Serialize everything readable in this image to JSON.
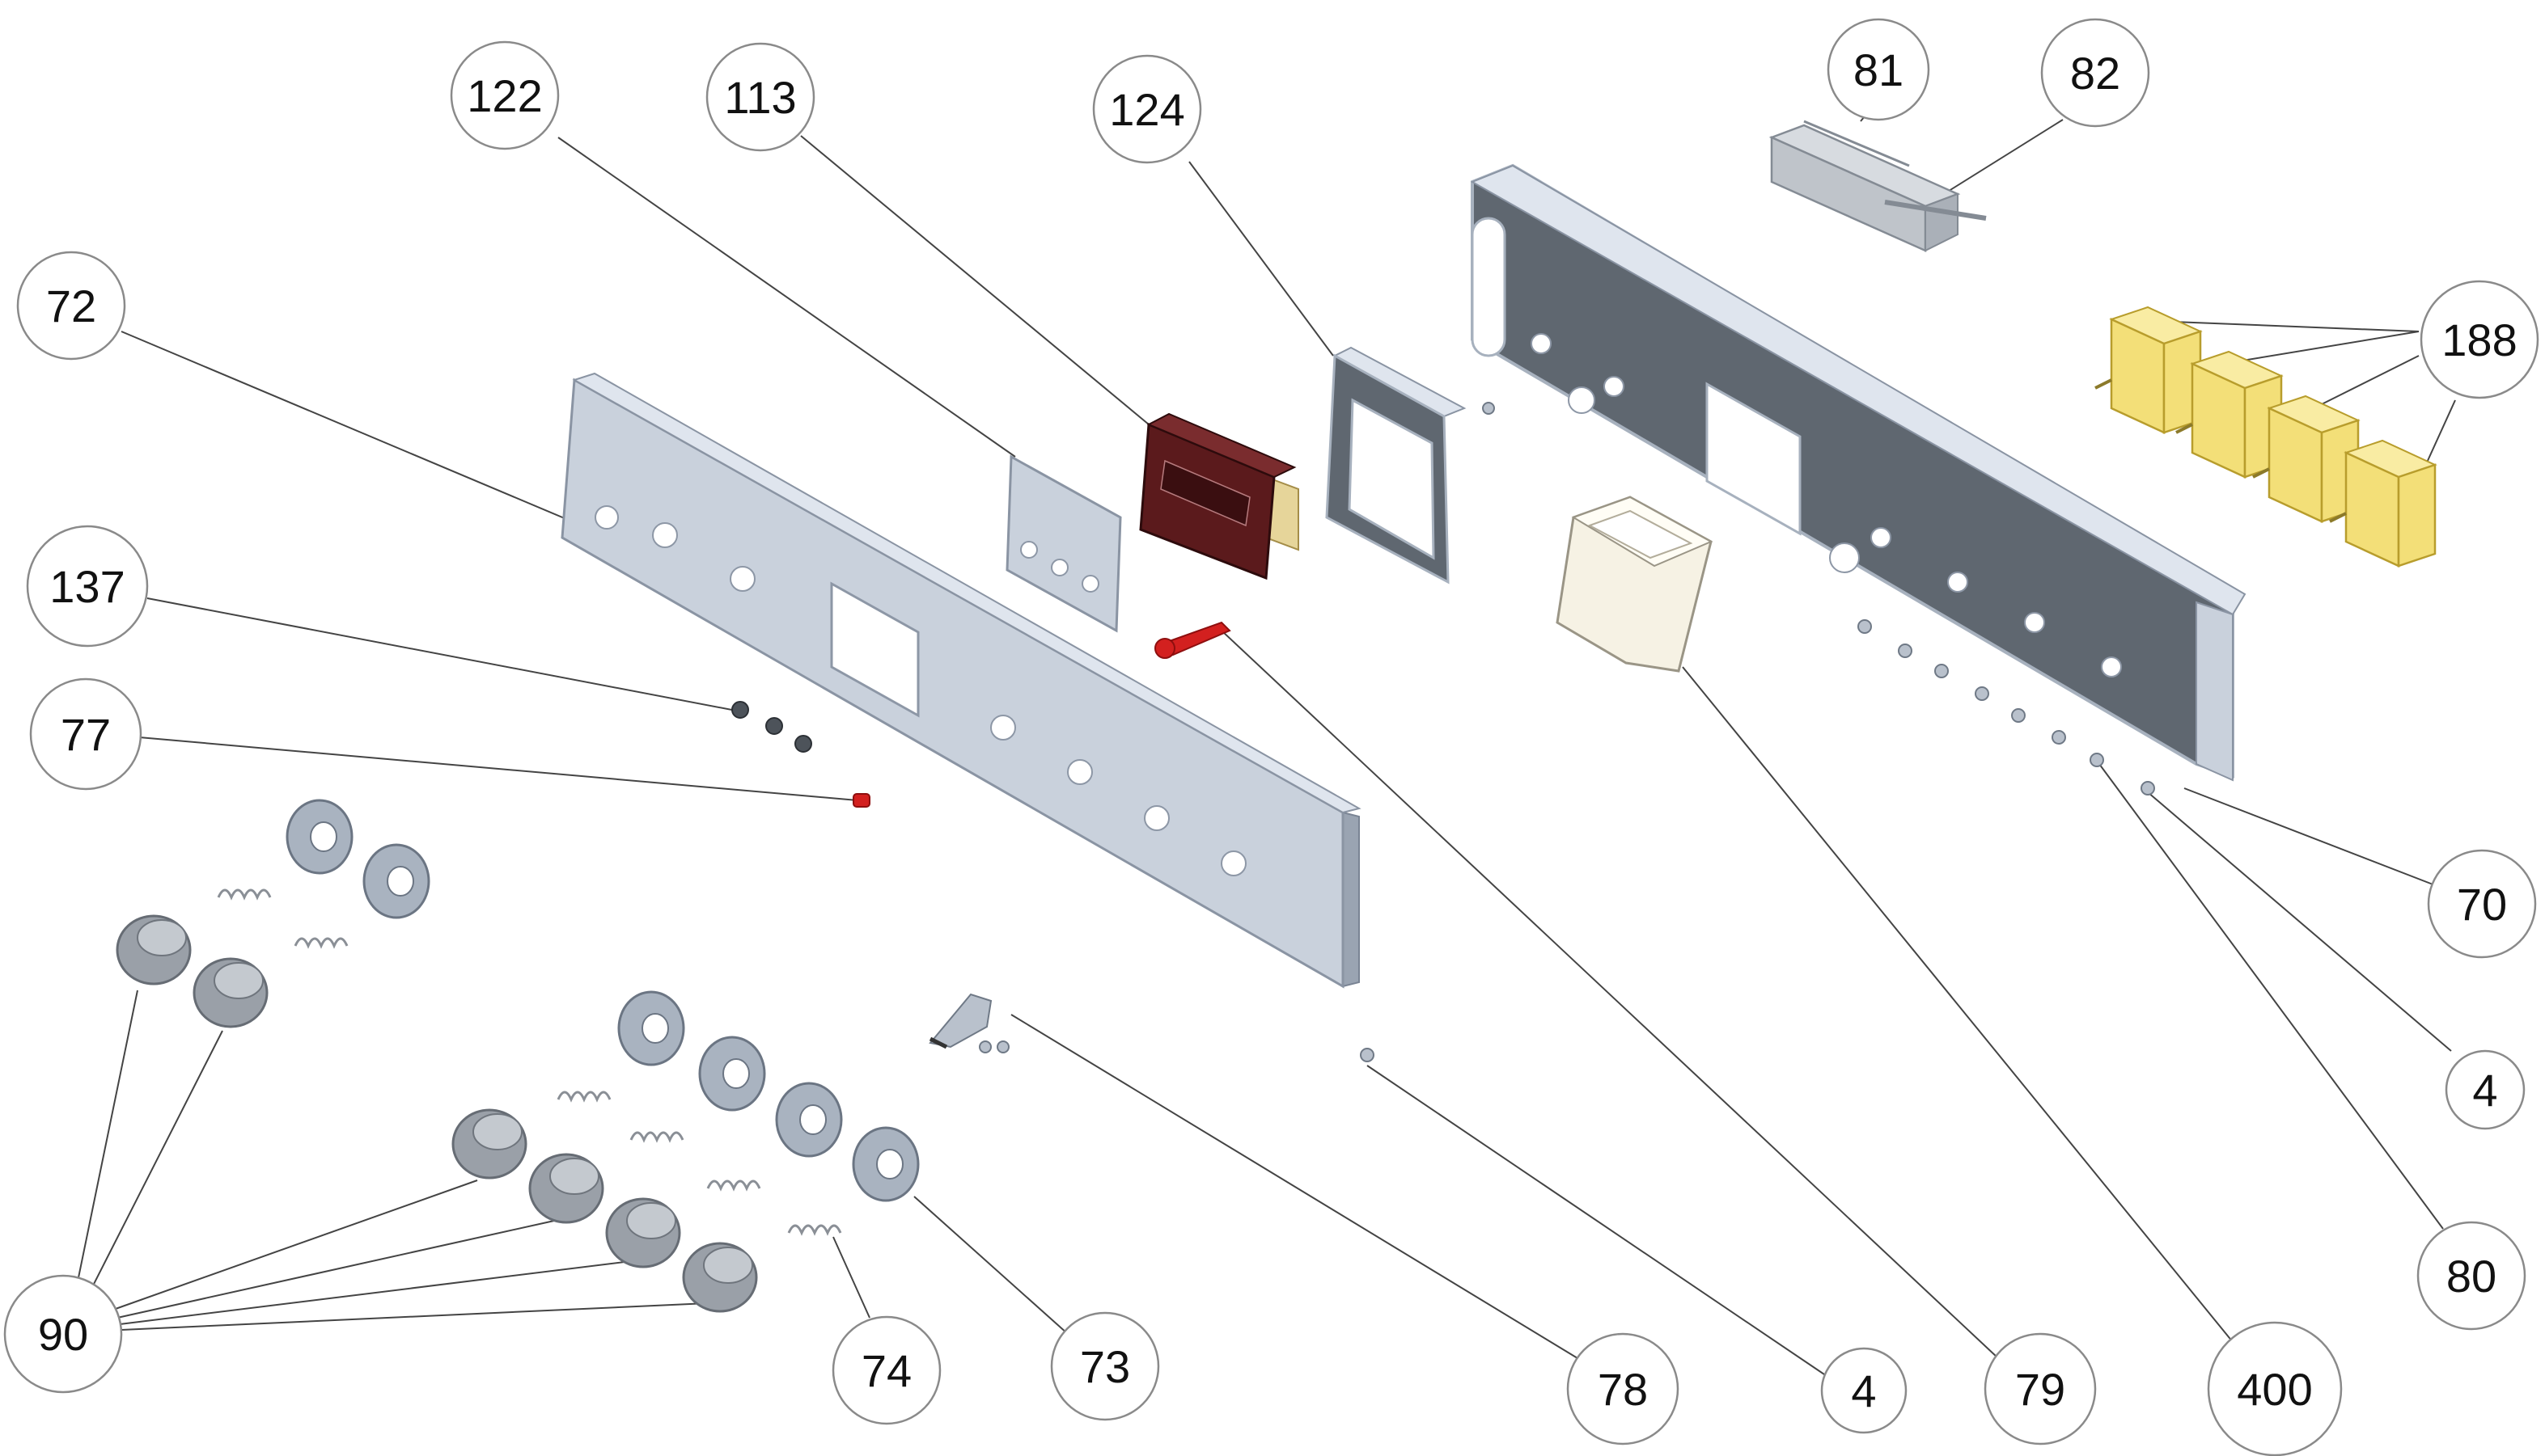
{
  "callouts": [
    {
      "id": "c122",
      "label": "122"
    },
    {
      "id": "c113",
      "label": "113"
    },
    {
      "id": "c124",
      "label": "124"
    },
    {
      "id": "c81",
      "label": "81"
    },
    {
      "id": "c82",
      "label": "82"
    },
    {
      "id": "c72",
      "label": "72"
    },
    {
      "id": "c188",
      "label": "188"
    },
    {
      "id": "c137",
      "label": "137"
    },
    {
      "id": "c77",
      "label": "77"
    },
    {
      "id": "c70",
      "label": "70"
    },
    {
      "id": "c4a",
      "label": "4"
    },
    {
      "id": "c80",
      "label": "80"
    },
    {
      "id": "c90",
      "label": "90"
    },
    {
      "id": "c74",
      "label": "74"
    },
    {
      "id": "c73",
      "label": "73"
    },
    {
      "id": "c78",
      "label": "78"
    },
    {
      "id": "c4b",
      "label": "4"
    },
    {
      "id": "c79",
      "label": "79"
    },
    {
      "id": "c400",
      "label": "400"
    }
  ],
  "colors": {
    "part_highlight": "#d3201f",
    "panel": "#c9d1dc",
    "frame": "#5f6770",
    "switch_housing": "#f3df78",
    "clock": "#5b1a1c"
  }
}
